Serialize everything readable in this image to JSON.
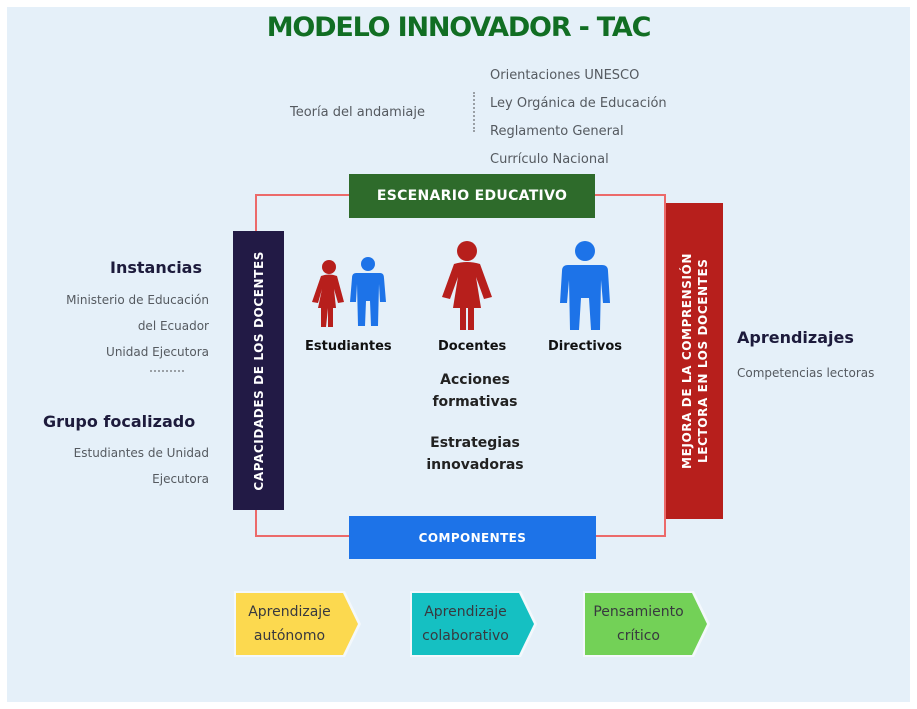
{
  "title": "MODELO INNOVADOR - TAC",
  "theory": "Teoría del andamiaje",
  "norms": [
    "Orientaciones UNESCO",
    "Ley Orgánica de Educación",
    "Reglamento General",
    "Currículo Nacional"
  ],
  "top_banner": "ESCENARIO EDUCATIVO",
  "bottom_banner": "COMPONENTES",
  "left_banner": "CAPACIDADES DE LOS DOCENTES",
  "right_banner": {
    "line1": "MEJORA DE LA COMPRENSIÓN",
    "line2": "LECTORA EN LOS DOCENTES"
  },
  "instancias": {
    "heading": "Instancias",
    "items": [
      "Ministerio de Educación",
      "del Ecuador",
      "Unidad Ejecutora"
    ]
  },
  "grupo": {
    "heading": "Grupo focalizado",
    "items": [
      "Estudiantes de Unidad",
      "Ejecutora"
    ]
  },
  "aprendizajes": {
    "heading": "Aprendizajes",
    "item": "Competencias lectoras"
  },
  "figures": {
    "estudiantes": "Estudiantes",
    "docentes": "Docentes",
    "directivos": "Directivos"
  },
  "center_text": {
    "acciones_1": "Acciones",
    "acciones_2": "formativas",
    "estrategias_1": "Estrategias",
    "estrategias_2": "innovadoras"
  },
  "arrows": [
    {
      "line1": "Aprendizaje",
      "line2": "autónomo",
      "color": "#fcd94f"
    },
    {
      "line1": "Aprendizaje",
      "line2": "colaborativo",
      "color": "#15c0c2"
    },
    {
      "line1": "Pensamiento",
      "line2": "crítico",
      "color": "#73d157"
    }
  ],
  "colors": {
    "title": "#116e23",
    "frame": "#ec6a6a",
    "female": "#b71f1c",
    "male": "#1d73e8"
  }
}
